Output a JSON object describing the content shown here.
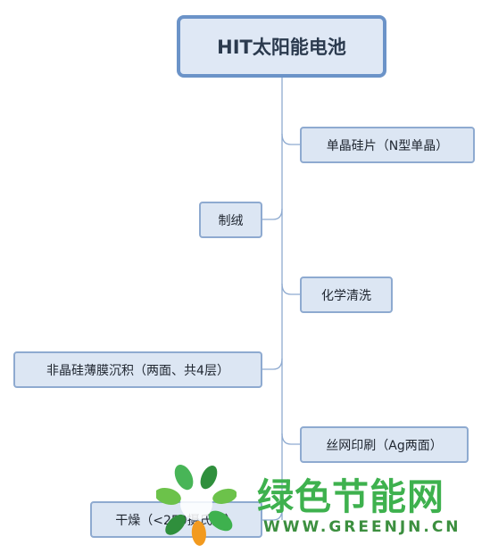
{
  "diagram": {
    "root": {
      "label": "HIT太阳能电池"
    },
    "nodes": [
      {
        "id": "n1",
        "label": "单晶硅片（N型单晶）"
      },
      {
        "id": "n2",
        "label": "制绒"
      },
      {
        "id": "n3",
        "label": "化学清洗"
      },
      {
        "id": "n4",
        "label": "非晶硅薄膜沉积（两面、共4层）"
      },
      {
        "id": "n5",
        "label": "丝网印刷（Ag两面）"
      },
      {
        "id": "n6",
        "label": "干燥（<250摄氏度）"
      }
    ]
  },
  "watermark": {
    "title": "绿色节能网",
    "url": "WWW.GREENJN.CN",
    "colors": {
      "green": "#3eb14e",
      "orange": "#f29a1f"
    }
  }
}
